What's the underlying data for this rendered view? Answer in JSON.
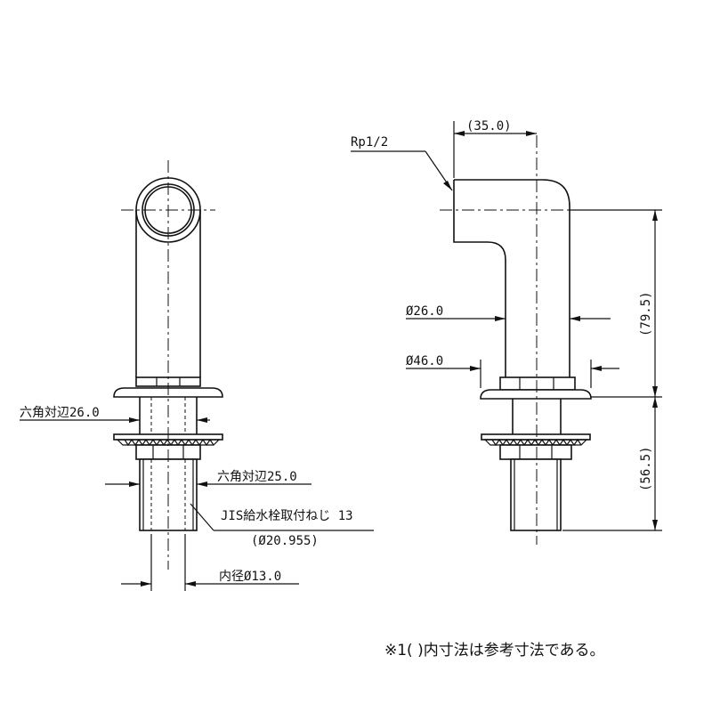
{
  "labels": {
    "thread_rp": "Rp1/2",
    "dim_35": "(35.0)",
    "dim_d26": "Ø26.0",
    "dim_d46": "Ø46.0",
    "dim_79": "(79.5)",
    "dim_56": "(56.5)",
    "hex26": "六角対辺26.0",
    "hex25": "六角対辺25.0",
    "jis": "JIS給水栓取付ねじ 13",
    "jis_dia": "(Ø20.955)",
    "inner": "内径Ø13.0"
  },
  "note": "※1( )内寸法は参考寸法である。"
}
